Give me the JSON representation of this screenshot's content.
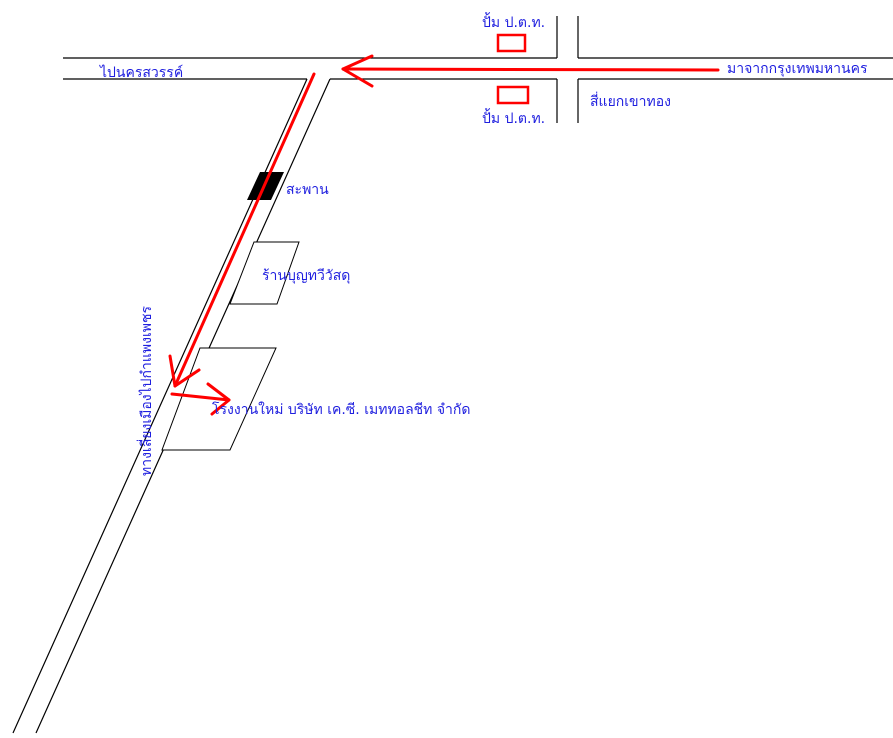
{
  "colors": {
    "road": "#000000",
    "route": "#ff0000",
    "label": "#1f1fdf",
    "bridge": "#000000",
    "background": "#ffffff"
  },
  "labels": {
    "pump_top": "ปั้ม ป.ต.ท.",
    "pump_bottom": "ปั้ม ป.ต.ท.",
    "to_nakhon_sawan": "ไปนครสวรรค์",
    "from_bangkok": "มาจากกรุงเทพมหานคร",
    "intersection": "สี่แยกเขาทอง",
    "bridge": "สะพาน",
    "shop": "ร้านบุญทวีวัสดุ",
    "factory": "โรงงานใหม่ บริษัท เค.ซี. เมททอลชีท จำกัด",
    "bypass": "ทางเลี่ยงเมืองไปกำแพงเพชร"
  },
  "icons": {
    "bridge": "filled-rectangle",
    "gas_station": "red-outline-rectangle",
    "route": "red-arrow"
  }
}
